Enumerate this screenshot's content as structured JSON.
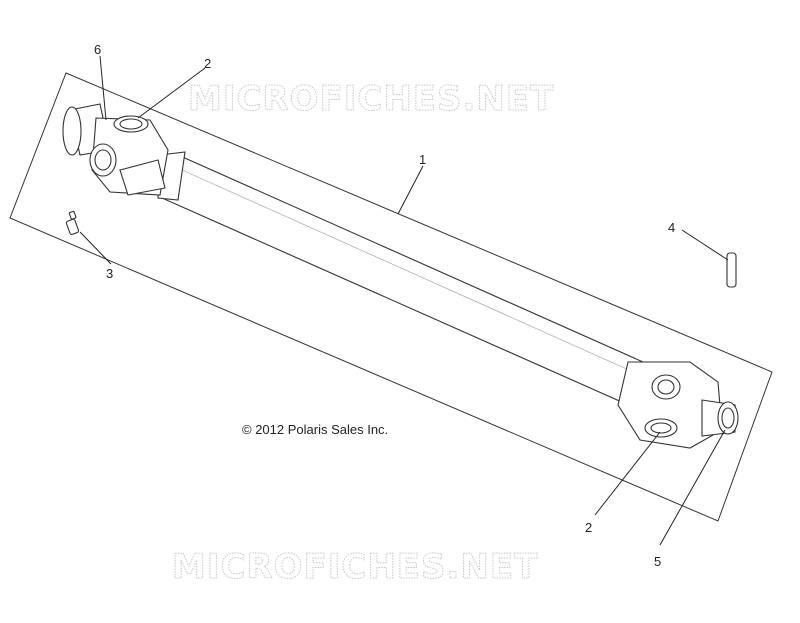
{
  "watermark": "MICROFICHES.NET",
  "copyright": "© 2012 Polaris Sales Inc.",
  "callouts": [
    "6",
    "2",
    "1",
    "4",
    "3",
    "2",
    "5"
  ]
}
